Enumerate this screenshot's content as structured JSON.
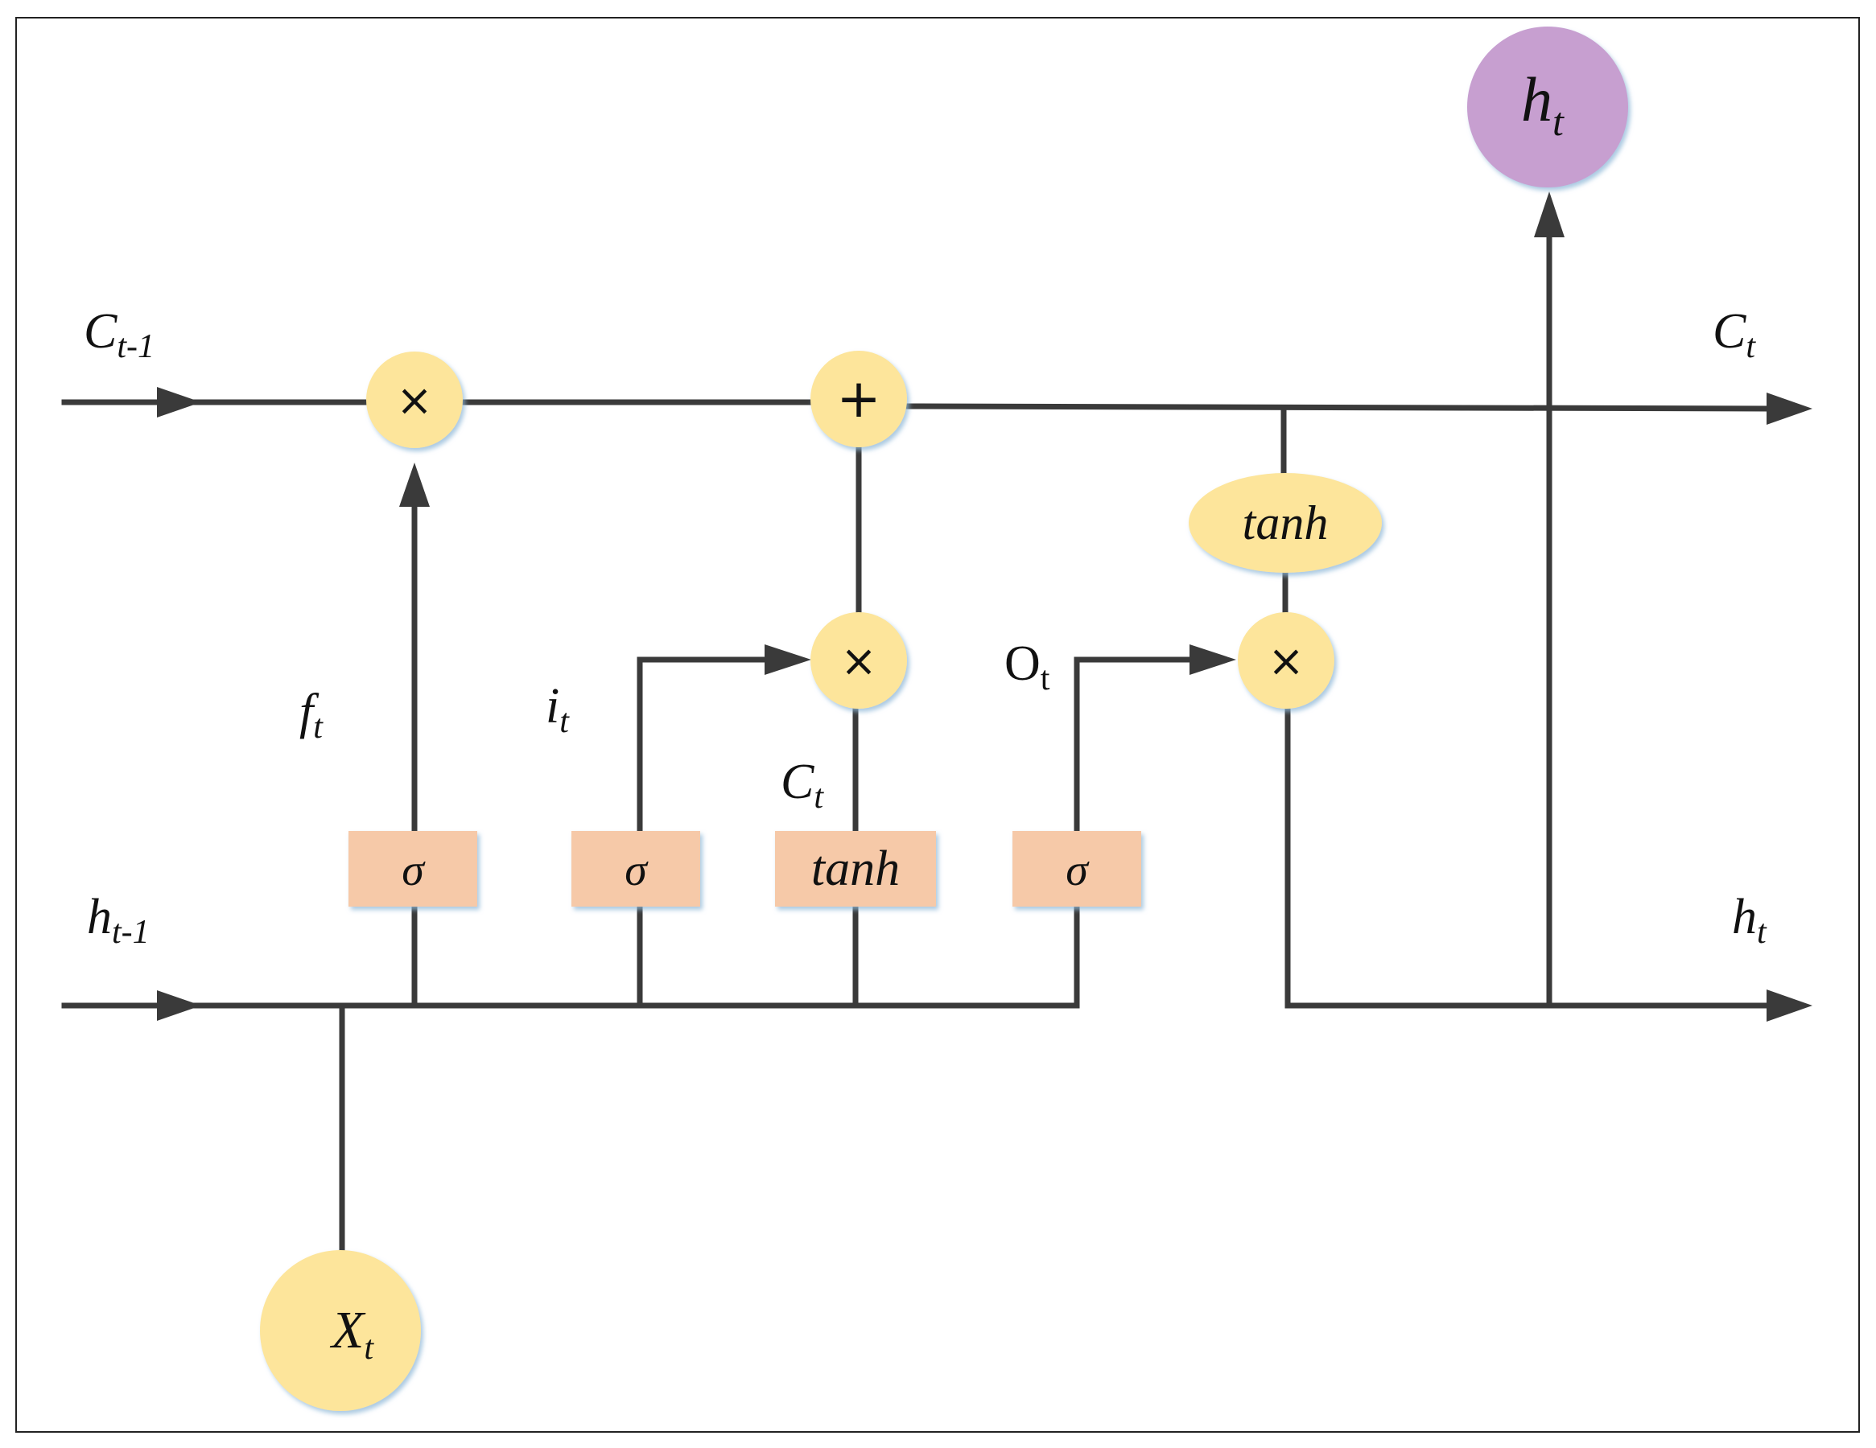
{
  "diagram": {
    "inputs": {
      "cell_prev": {
        "base": "C",
        "sub": "t-1"
      },
      "hidden_prev": {
        "base": "h",
        "sub": "t-1"
      },
      "x": {
        "base": "X",
        "sub": "t"
      }
    },
    "outputs": {
      "cell": {
        "base": "C",
        "sub": "t"
      },
      "hidden": {
        "base": "h",
        "sub": "t"
      },
      "hidden_top": {
        "base": "h",
        "sub": "t"
      }
    },
    "gate_labels": {
      "forget": {
        "base": "f",
        "sub": "t"
      },
      "input": {
        "base": "i",
        "sub": "t"
      },
      "candidate": {
        "base": "C",
        "sub": "t"
      },
      "output": {
        "base": "O",
        "sub": "t"
      }
    },
    "boxes": {
      "forget_sigma": "σ",
      "input_sigma": "σ",
      "candidate_tanh": "tanh",
      "output_sigma": "σ"
    },
    "ops": {
      "forget_mult": "×",
      "cell_add": "+",
      "input_mult": "×",
      "output_mult": "×",
      "cell_tanh": "tanh"
    },
    "colors": {
      "line": "#3a3a3a",
      "op_node": "#fde59b",
      "gate_box": "#f6c9a8",
      "output_node": "#c79fd0"
    }
  }
}
